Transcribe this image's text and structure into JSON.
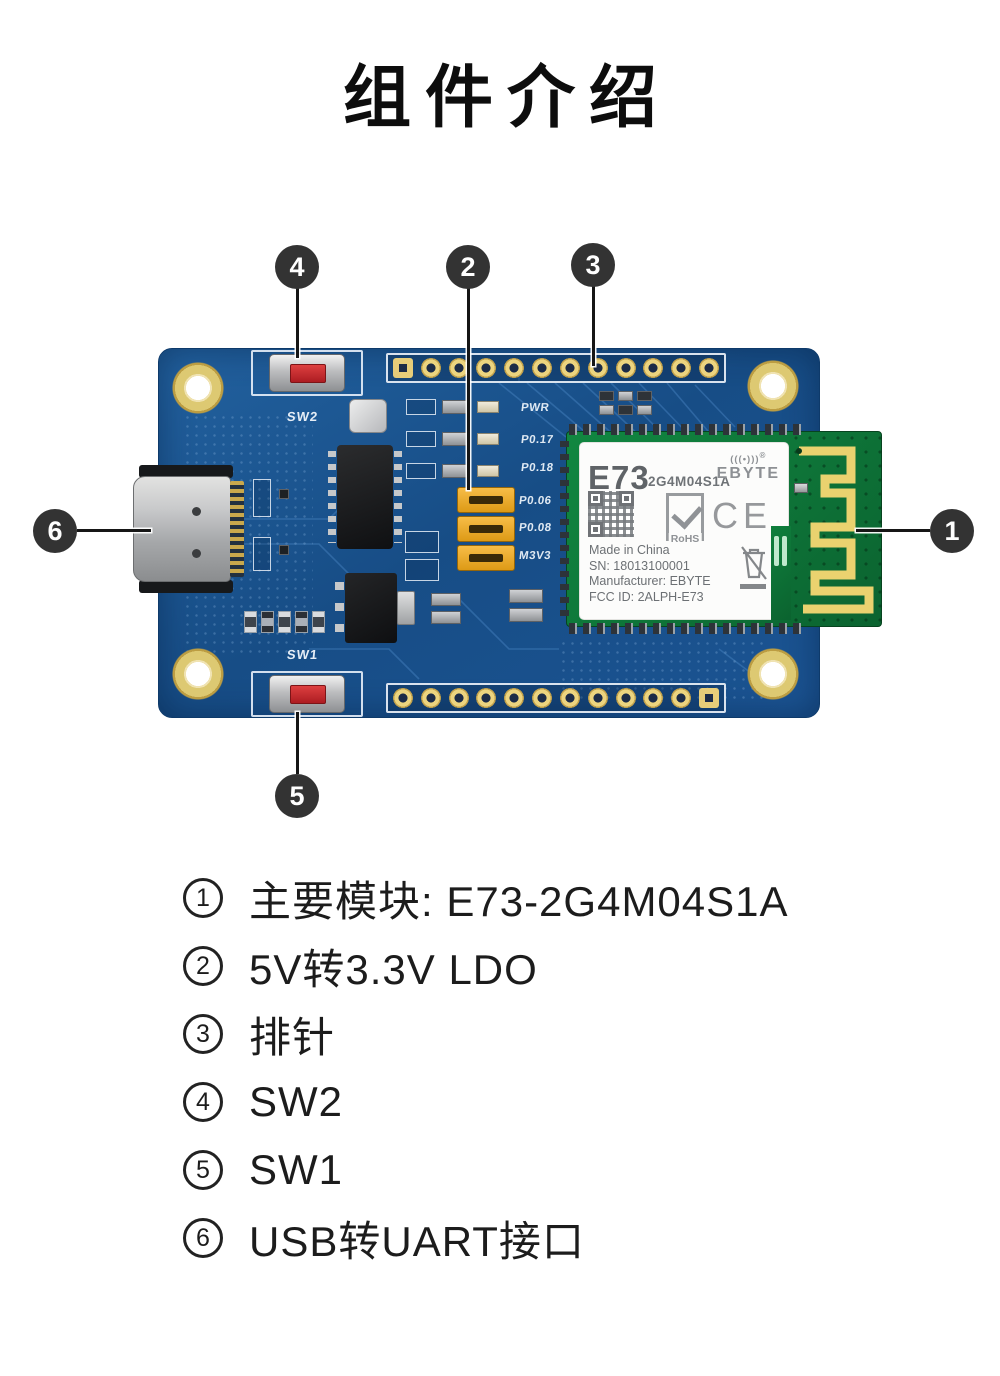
{
  "title": "组件介绍",
  "callouts": {
    "c1": "1",
    "c2": "2",
    "c3": "3",
    "c4": "4",
    "c5": "5",
    "c6": "6"
  },
  "board": {
    "silkscreen": {
      "sw2": "SW2",
      "sw1": "SW1"
    },
    "led_labels": [
      "PWR",
      "P0.17",
      "P0.18",
      "P0.06",
      "P0.08",
      "M3V3"
    ],
    "module": {
      "model": "E73",
      "variant": "2G4M04S1A",
      "antenna_glyph": "(((•)))",
      "reg": "®",
      "brand": "EBYTE",
      "rohs": "RoHS",
      "ce": "CE",
      "made_in": "Made in China",
      "sn": "SN: 18013100001",
      "manufacturer": "Manufacturer: EBYTE",
      "fcc": "FCC ID: 2ALPH-E73"
    }
  },
  "legend": {
    "items": [
      {
        "num": "1",
        "text": "主要模块: E73-2G4M04S1A"
      },
      {
        "num": "2",
        "text": "5V转3.3V LDO"
      },
      {
        "num": "3",
        "text": "排针"
      },
      {
        "num": "4",
        "text": "SW2"
      },
      {
        "num": "5",
        "text": "SW1"
      },
      {
        "num": "6",
        "text": "USB转UART接口"
      }
    ]
  },
  "colors": {
    "board_blue": "#1b5493",
    "module_green": "#0e7a3c",
    "antenna_gold": "#ead26f",
    "jumper_yellow": "#f0a92d",
    "button_red": "#c4242b",
    "callout_dark": "#333333"
  }
}
